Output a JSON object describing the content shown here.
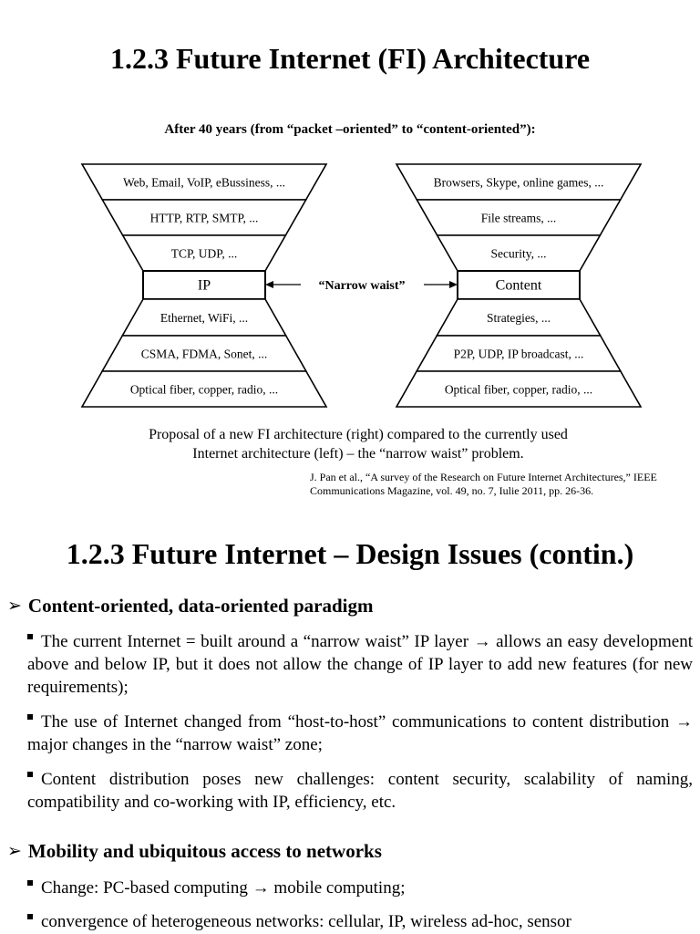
{
  "slide1": {
    "title": "1.2.3 Future Internet (FI) Architecture",
    "subtitle": "After 40 years (from “packet –oriented” to “content-oriented”):",
    "diagram": {
      "left_layers": [
        "Web, Email, VoIP, eBussiness, ...",
        "HTTP, RTP, SMTP, ...",
        "TCP, UDP, ...",
        "IP",
        "Ethernet, WiFi, ...",
        "CSMA, FDMA, Sonet, ...",
        "Optical fiber, copper, radio, ..."
      ],
      "right_layers": [
        "Browsers, Skype, online games, ...",
        "File streams, ...",
        "Security, ...",
        "Content",
        "Strategies, ...",
        "P2P, UDP, IP broadcast, ...",
        "Optical fiber, copper, radio, ..."
      ],
      "waist_label": "“Narrow waist”"
    },
    "caption_line1": "Proposal of a new FI architecture (right) compared to the currently used",
    "caption_line2": "Internet architecture (left) – the “narrow waist” problem.",
    "reference_line1": "J. Pan et al., “A survey of the Research on Future Internet Architectures,” IEEE",
    "reference_line2": "Communications Magazine, vol. 49, no. 7, Iulie 2011, pp. 26-36."
  },
  "slide2": {
    "title": "1.2.3 Future Internet – Design Issues (contin.)",
    "sections": [
      {
        "heading": "Content-oriented, data-oriented paradigm",
        "bullets": [
          "The current Internet = built around a “narrow waist” IP layer → allows an easy development above and below IP, but it does not allow the change of IP layer to add new features (for new requirements);",
          "The use of Internet changed from “host-to-host” communications to content distribution → major changes in the “narrow waist” zone;",
          "Content distribution poses new challenges: content security, scalability of naming, compatibility and co-working with IP, efficiency, etc."
        ]
      },
      {
        "heading": "Mobility and ubiquitous access to networks",
        "bullets": [
          "Change: PC-based computing → mobile computing;",
          "convergence of heterogeneous networks: cellular, IP, wireless ad-hoc, sensor"
        ]
      }
    ]
  },
  "icons": {
    "section_bullet": "➢",
    "item_bullet": "square-bullet-icon"
  }
}
